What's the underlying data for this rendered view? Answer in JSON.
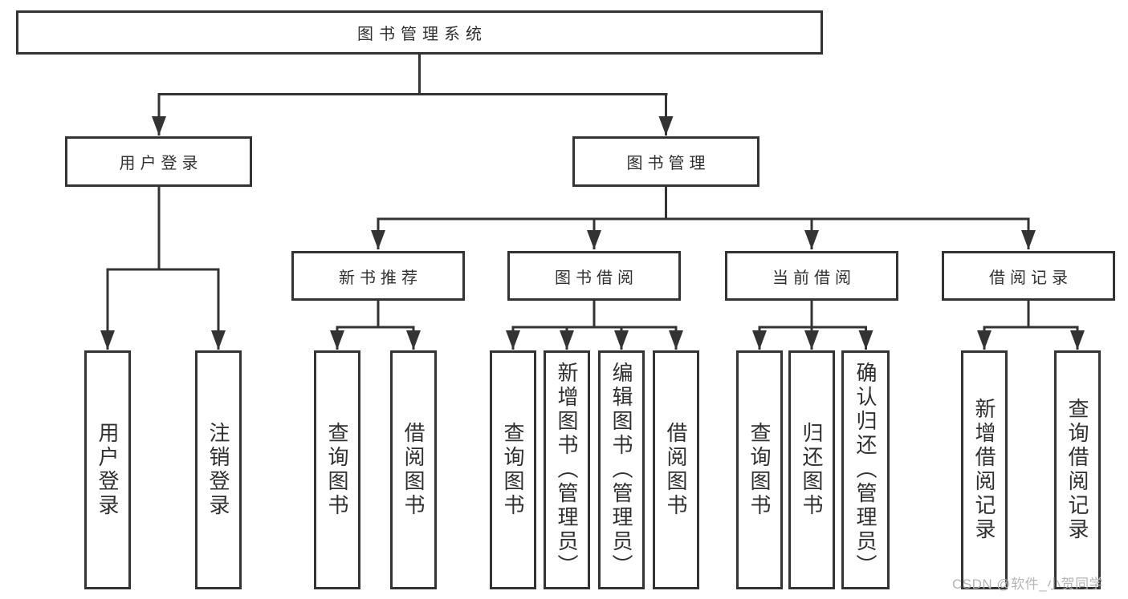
{
  "page": {
    "background_color": "#ffffff",
    "line_color": "#333333",
    "text_color": "#303030",
    "watermark": "CSDN @软件_小贺同学",
    "watermark_color": "#b5b5b5"
  },
  "tree": {
    "root": {
      "label": "图书管理系统"
    },
    "branches": [
      {
        "label": "用户登录",
        "children": [
          {
            "label": "用户登录"
          },
          {
            "label": "注销登录"
          }
        ]
      },
      {
        "label": "图书管理",
        "children": [
          {
            "label": "新书推荐",
            "children": [
              {
                "label": "查询图书"
              },
              {
                "label": "借阅图书"
              }
            ]
          },
          {
            "label": "图书借阅",
            "children": [
              {
                "label": "查询图书"
              },
              {
                "label": "新增图书（管理员）"
              },
              {
                "label": "编辑图书（管理员）"
              },
              {
                "label": "借阅图书"
              }
            ]
          },
          {
            "label": "当前借阅",
            "children": [
              {
                "label": "查询图书"
              },
              {
                "label": "归还图书"
              },
              {
                "label": "确认归还（管理员）"
              }
            ]
          },
          {
            "label": "借阅记录",
            "children": [
              {
                "label": "新增借阅记录"
              },
              {
                "label": "查询借阅记录"
              }
            ]
          }
        ]
      }
    ]
  }
}
